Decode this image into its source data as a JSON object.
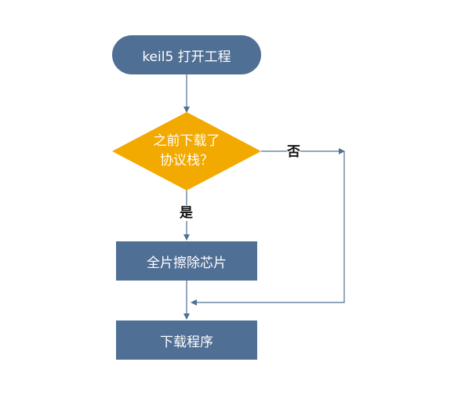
{
  "diagram": {
    "nodes": {
      "start": {
        "label": "keil5 打开工程",
        "shape": "terminal",
        "color": "#4f6f94"
      },
      "decision": {
        "line1": "之前下载了",
        "line2": "协议栈？",
        "shape": "diamond",
        "color": "#f2a900"
      },
      "erase": {
        "label": "全片擦除芯片",
        "shape": "process",
        "color": "#4f6f94"
      },
      "download": {
        "label": "下载程序",
        "shape": "process",
        "color": "#4f6f94"
      }
    },
    "edges": {
      "yes_label": "是",
      "no_label": "否",
      "line_color": "#4f6f94"
    }
  }
}
